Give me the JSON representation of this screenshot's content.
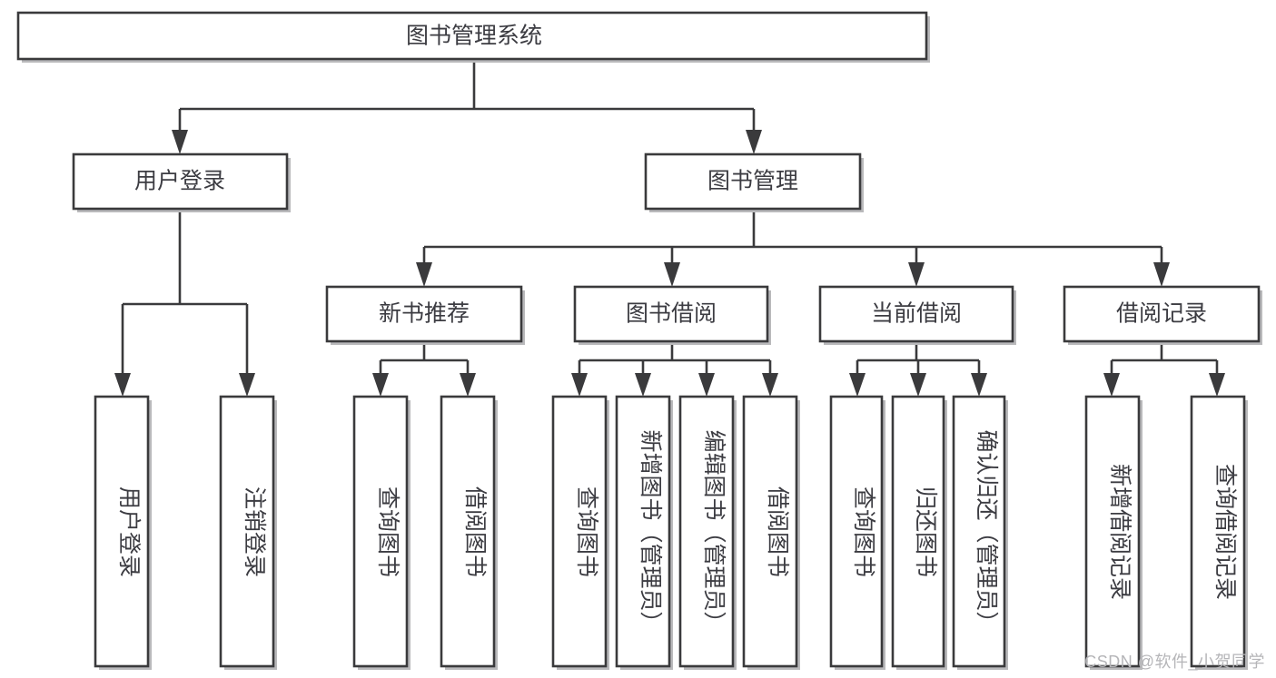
{
  "diagram": {
    "type": "tree-hierarchy",
    "title": "图书管理系统",
    "orientation": "top-down",
    "watermark": "CSDN @软件_小贺同学",
    "root": {
      "label": "图书管理系统",
      "children": [
        {
          "label": "用户登录",
          "children": [
            {
              "label": "用户登录"
            },
            {
              "label": "注销登录"
            }
          ]
        },
        {
          "label": "图书管理",
          "children": [
            {
              "label": "新书推荐",
              "children": [
                {
                  "label": "查询图书"
                },
                {
                  "label": "借阅图书"
                }
              ]
            },
            {
              "label": "图书借阅",
              "children": [
                {
                  "label": "查询图书"
                },
                {
                  "label": "新增图书（管理员）"
                },
                {
                  "label": "编辑图书（管理员）"
                },
                {
                  "label": "借阅图书"
                }
              ]
            },
            {
              "label": "当前借阅",
              "children": [
                {
                  "label": "查询图书"
                },
                {
                  "label": "归还图书"
                },
                {
                  "label": "确认归还（管理员）"
                }
              ]
            },
            {
              "label": "借阅记录",
              "children": [
                {
                  "label": "新增借阅记录"
                },
                {
                  "label": "查询借阅记录"
                }
              ]
            }
          ]
        }
      ]
    },
    "nodes": {
      "root": "图书管理系统",
      "user_login": "用户登录",
      "book_manage": "图书管理",
      "new_book_rec": "新书推荐",
      "book_borrow": "图书借阅",
      "current_borrow": "当前借阅",
      "borrow_record": "借阅记录",
      "leaf_user_login": "用户登录",
      "leaf_logout": "注销登录",
      "leaf_rec_query": "查询图书",
      "leaf_rec_borrow": "借阅图书",
      "leaf_bb_query": "查询图书",
      "leaf_bb_add": "新增图书（管理员）",
      "leaf_bb_edit": "编辑图书（管理员）",
      "leaf_bb_borrow": "借阅图书",
      "leaf_cb_query": "查询图书",
      "leaf_cb_return": "归还图书",
      "leaf_cb_confirm": "确认归还（管理员）",
      "leaf_br_add": "新增借阅记录",
      "leaf_br_query": "查询借阅记录"
    },
    "colors": {
      "stroke": "#3a3a3c",
      "text": "#3c3c42",
      "fill": "#ffffff",
      "shadow": "#b9b9bb",
      "watermark": "#b5b5b8"
    }
  }
}
